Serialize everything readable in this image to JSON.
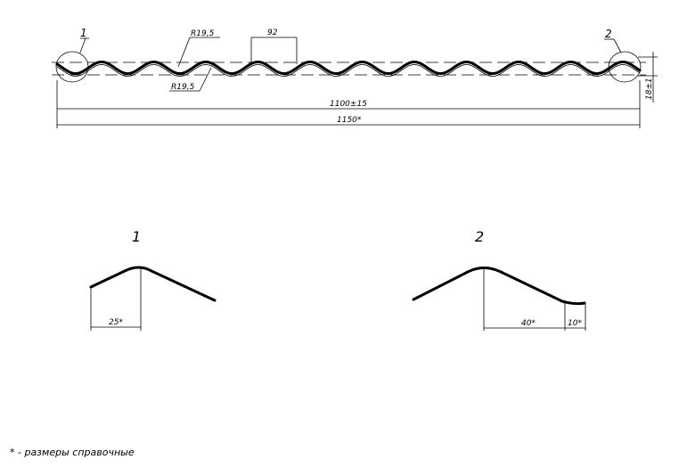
{
  "profile": {
    "callouts": [
      "1",
      "2"
    ],
    "radius_top": "R19,5",
    "radius_bottom": "R19,5",
    "pitch": "92",
    "height": "18±1",
    "width_useful": "1100±15",
    "width_total": "1150*"
  },
  "details": [
    {
      "label": "1",
      "dimensions": [
        "25*"
      ]
    },
    {
      "label": "2",
      "dimensions": [
        "40*",
        "10*"
      ]
    }
  ],
  "footnote": "* - размеры справочные"
}
